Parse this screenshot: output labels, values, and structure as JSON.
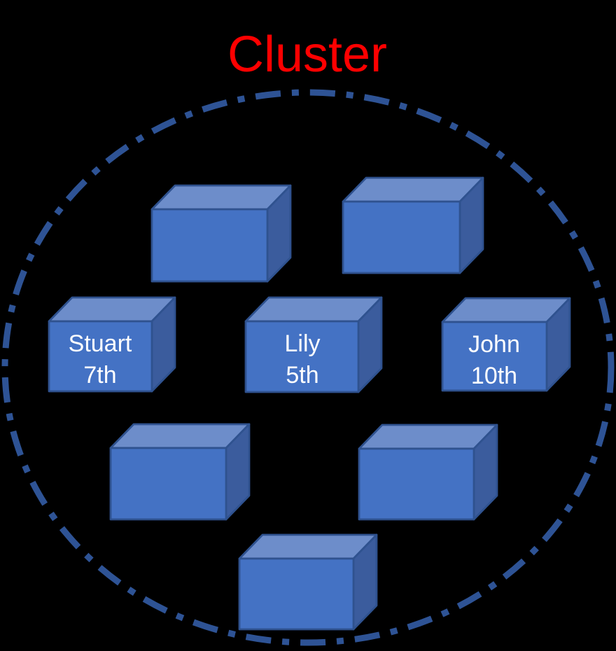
{
  "title": "Cluster",
  "colors": {
    "background": "#000000",
    "title": "#FF0000",
    "boundary": "#2E5395",
    "box_front": "#4472C4",
    "box_top": "#6D8DCA",
    "box_side": "#3B5C9D",
    "box_border": "#2F528F",
    "box_text": "#FFFFFF"
  },
  "cluster": {
    "nodes": [
      {
        "name": "",
        "grade": ""
      },
      {
        "name": "",
        "grade": ""
      },
      {
        "name": "Stuart",
        "grade": "7th"
      },
      {
        "name": "Lily",
        "grade": "5th"
      },
      {
        "name": "John",
        "grade": "10th"
      },
      {
        "name": "",
        "grade": ""
      },
      {
        "name": "",
        "grade": ""
      },
      {
        "name": "",
        "grade": ""
      }
    ]
  }
}
